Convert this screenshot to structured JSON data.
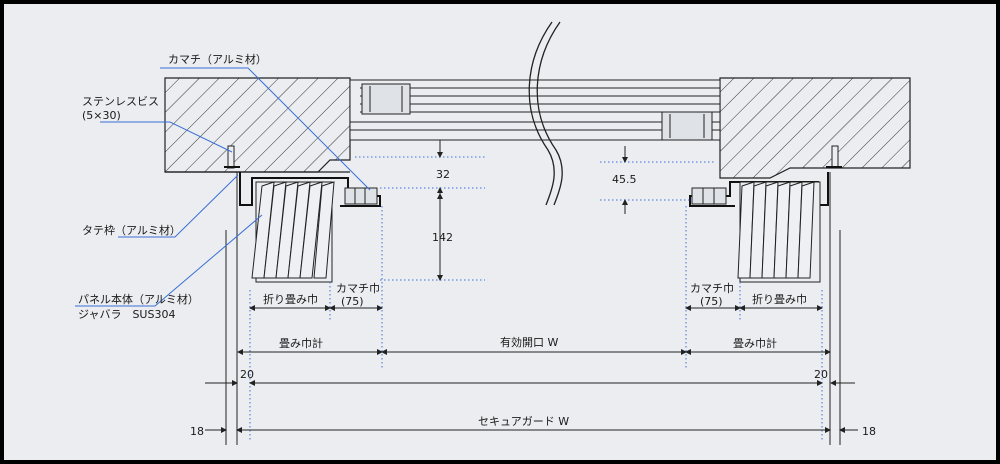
{
  "labels": {
    "kamachi_material": "カマチ（アルミ材）",
    "screw_name": "ステンレスビス",
    "screw_size": "(5×30)",
    "tatewaku": "タテ枠（アルミ材）",
    "panel_line1": "パネル本体（アルミ材）",
    "panel_line2": "ジャバラ　SUS304"
  },
  "dims": {
    "d32": "32",
    "d142": "142",
    "d45_5": "45.5",
    "left_oritatami": "折り畳み巾",
    "left_kamachi": "カマチ巾",
    "left_kamachi_val": "(75)",
    "right_kamachi": "カマチ巾",
    "right_kamachi_val": "(75)",
    "right_oritatami": "折り畳み巾",
    "left_tatami_total": "畳み巾計",
    "effective_opening": "有効開口 W",
    "right_tatami_total": "畳み巾計",
    "left_20": "20",
    "right_20": "20",
    "security_guard": "セキュアガード W",
    "left_18": "18",
    "right_18": "18"
  },
  "colors": {
    "paper": "#ebedf0",
    "leader": "#3a6fd8",
    "frame": "#000000"
  }
}
